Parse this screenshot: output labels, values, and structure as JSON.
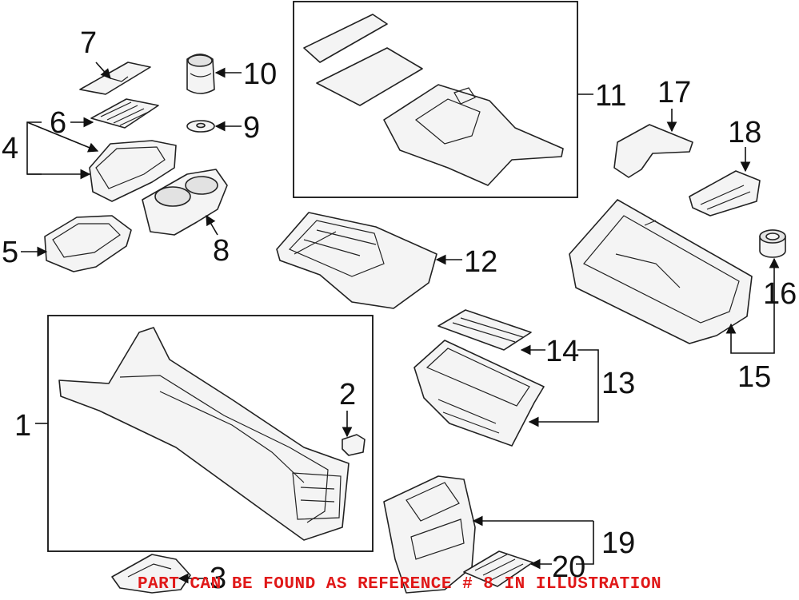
{
  "callouts": {
    "c1": "1",
    "c2": "2",
    "c3": "3",
    "c4": "4",
    "c5": "5",
    "c6": "6",
    "c7": "7",
    "c8": "8",
    "c9": "9",
    "c10": "10",
    "c11": "11",
    "c12": "12",
    "c13": "13",
    "c14": "14",
    "c15": "15",
    "c16": "16",
    "c17": "17",
    "c18": "18",
    "c19": "19",
    "c20": "20"
  },
  "notice": "PART CAN BE FOUND AS REFERENCE # 8 IN ILLUSTRATION",
  "colors": {
    "notice": "#e01818",
    "line": "#111111"
  }
}
